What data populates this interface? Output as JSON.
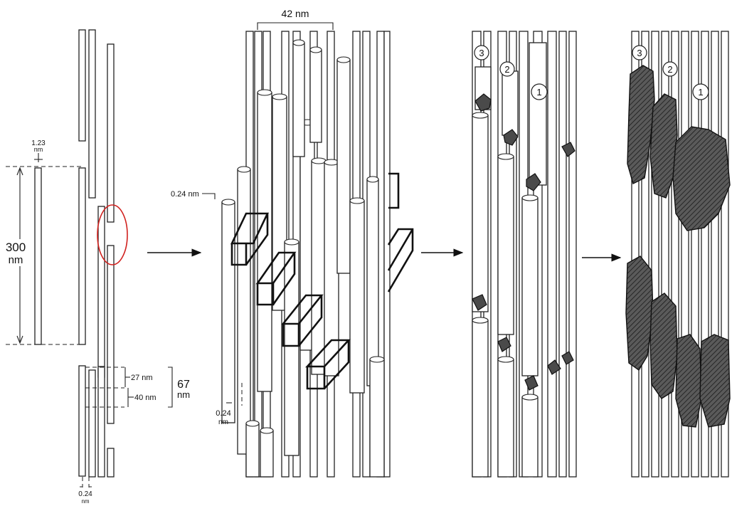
{
  "labels": {
    "width_42": "42 nm",
    "thick_123_a": "1.23",
    "thick_123_b": "nm",
    "len_300_a": "300",
    "len_300_b": "nm",
    "gap_27": "27 nm",
    "gap_40": "40 nm",
    "period_67_a": "67",
    "period_67_b": "nm",
    "stagger_024_top": "0.24 nm",
    "stagger_024_mid_a": "0.24",
    "stagger_024_mid_b": "nm",
    "stagger_024_bot_a": "0.24",
    "stagger_024_bot_b": "nm"
  },
  "markers": {
    "panel3": [
      "3",
      "2",
      "1"
    ],
    "panel4": [
      "3",
      "2",
      "1"
    ]
  },
  "colors": {
    "highlight": "#d0201d",
    "mineral": "#4a4a4a"
  }
}
